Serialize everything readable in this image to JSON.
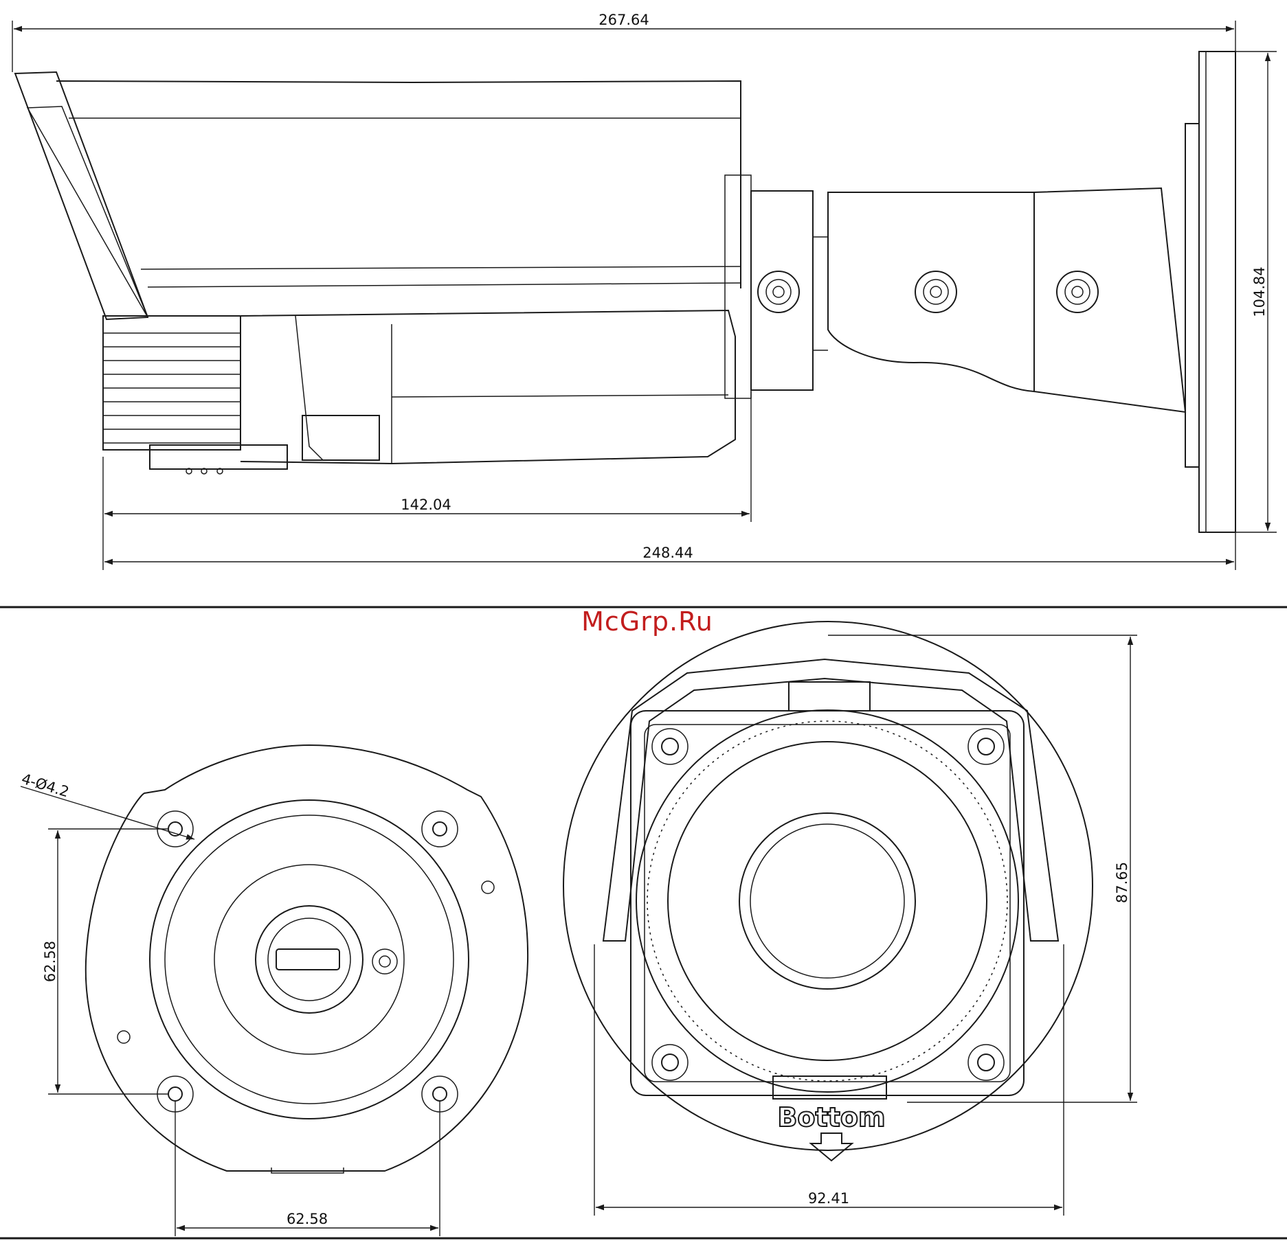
{
  "watermark": "McGrp.Ru",
  "side_view": {
    "overall_length": "267.64",
    "housing_length": "142.04",
    "total_depth": "248.44",
    "mount_height": "104.84"
  },
  "mount_base_view": {
    "hole_callout": "4-Ø4.2",
    "hole_spacing_vertical": "62.58",
    "hole_spacing_horizontal": "62.58"
  },
  "front_view": {
    "height": "87.65",
    "width": "92.41",
    "orientation_label": "Bottom"
  }
}
